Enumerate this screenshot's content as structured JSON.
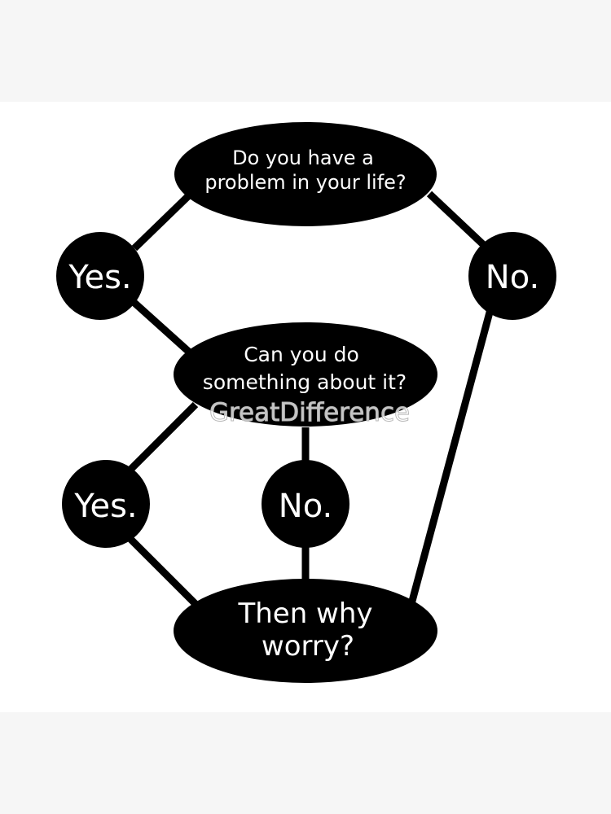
{
  "colors": {
    "background": "#ffffff",
    "page_band": "#f6f6f6",
    "node_fill": "#000000",
    "node_text": "#ffffff",
    "connector": "#000000"
  },
  "flowchart": {
    "question_1": [
      "Do you have a",
      "problem in your life?"
    ],
    "answer_yes_1": "Yes.",
    "answer_no_1": "No.",
    "question_2": [
      "Can you do",
      "something about it?"
    ],
    "answer_yes_2": "Yes.",
    "answer_no_2": "No.",
    "conclusion": [
      "Then why",
      "worry?"
    ]
  },
  "watermark": "GreatDifference"
}
